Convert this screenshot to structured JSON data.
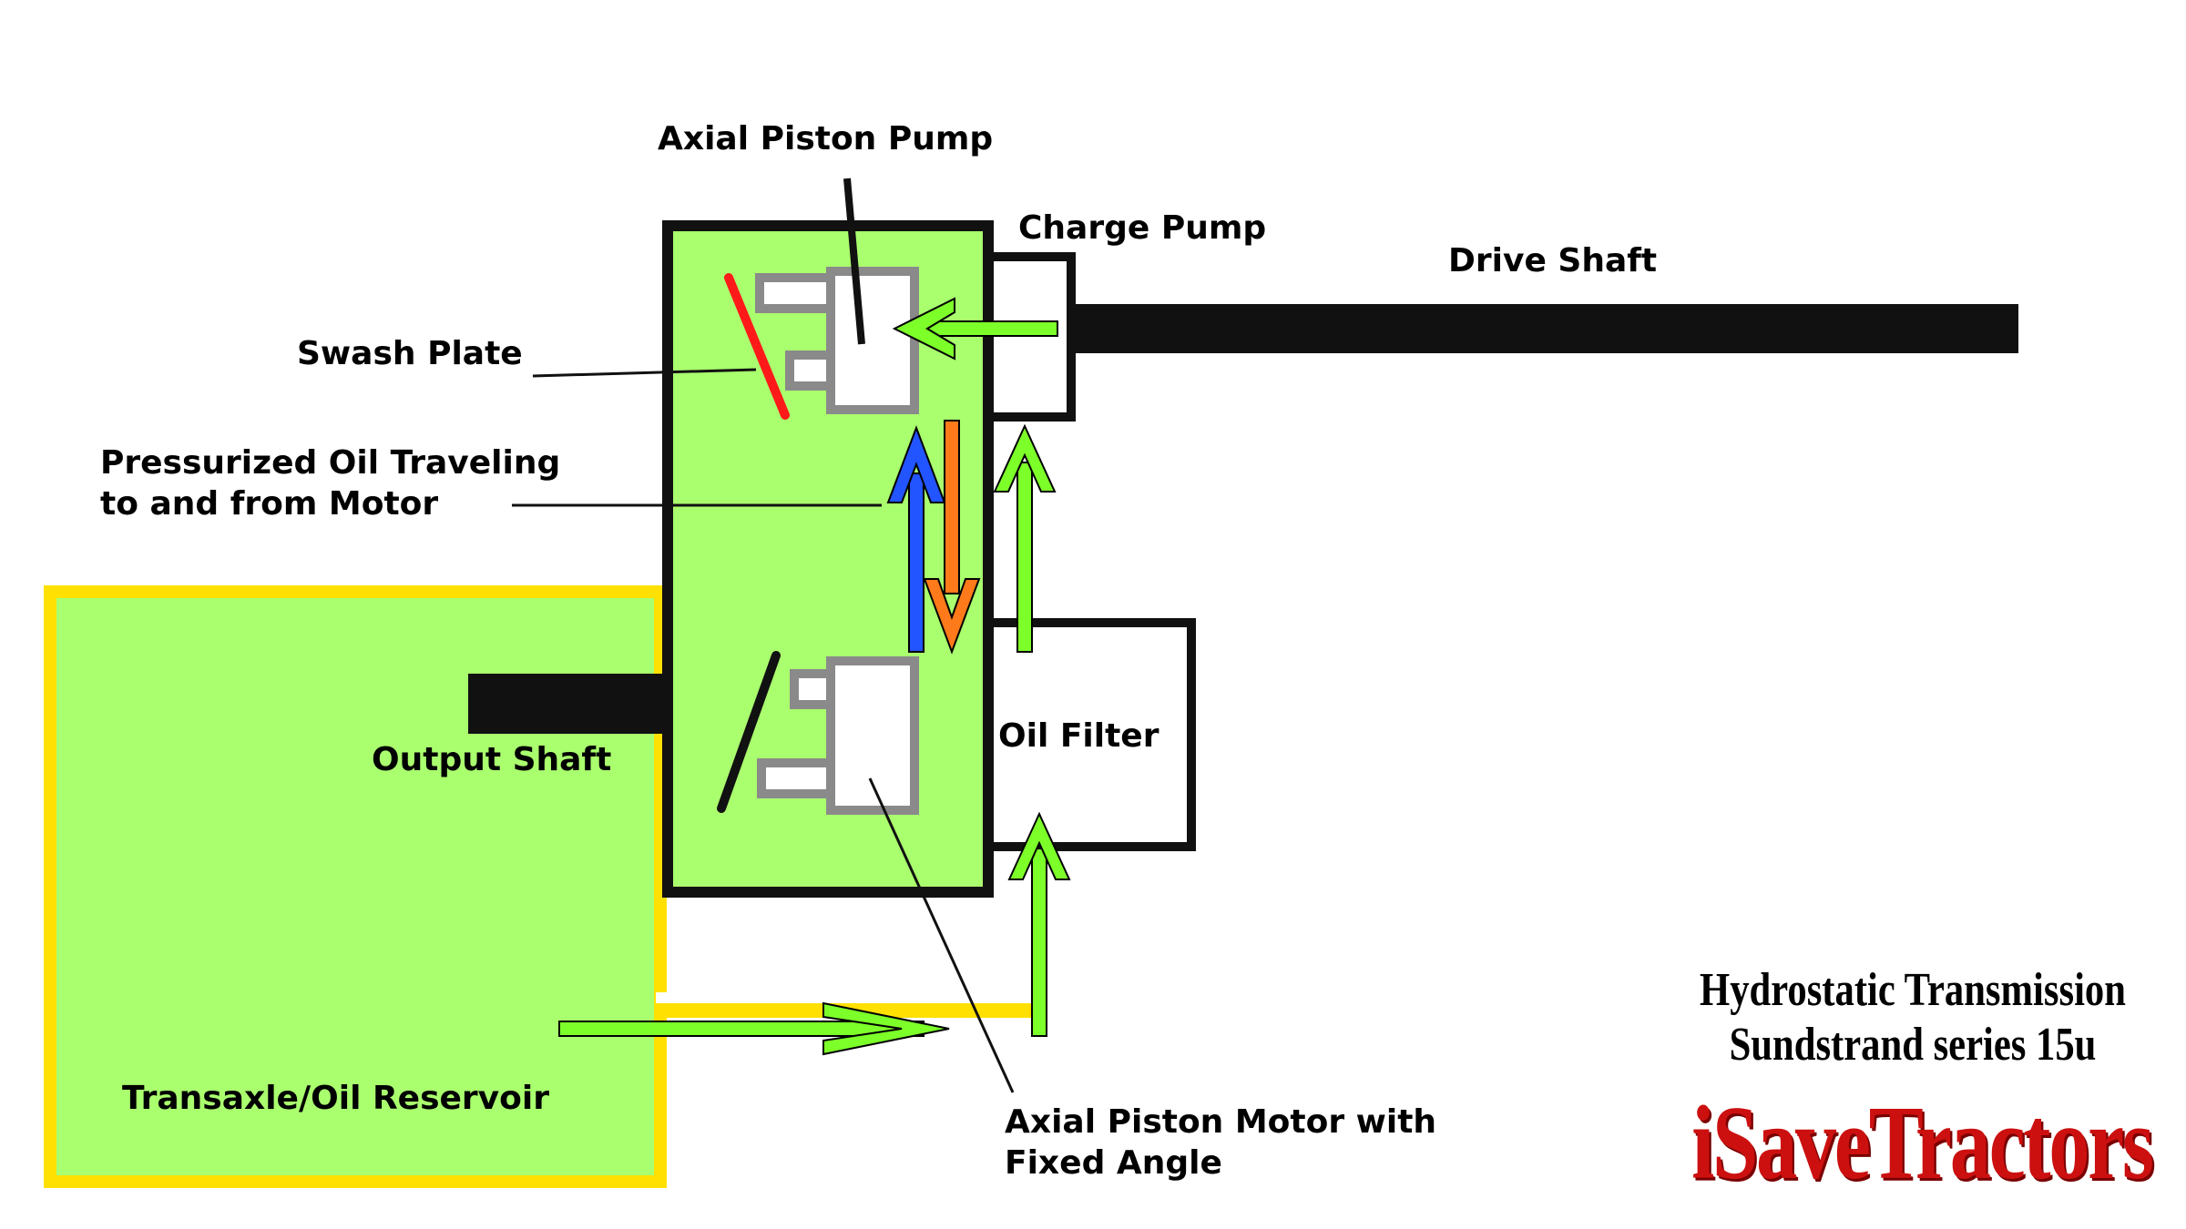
{
  "labels": {
    "axial_piston_pump": "Axial Piston Pump",
    "charge_pump": "Charge Pump",
    "drive_shaft": "Drive Shaft",
    "swash_plate": "Swash Plate",
    "pressurized_oil_line1": "Pressurized Oil Traveling",
    "pressurized_oil_line2": "to and from Motor",
    "output_shaft": "Output Shaft",
    "oil_filter": "Oil Filter",
    "reservoir": "Transaxle/Oil Reservoir",
    "motor_line1": "Axial Piston Motor with",
    "motor_line2": "Fixed Angle"
  },
  "title": {
    "line1": "Hydrostatic Transmission",
    "line2": "Sundstrand series 15u"
  },
  "brand": "iSaveTractors",
  "colors": {
    "housing_fill": "#aaff6e",
    "reservoir_border": "#ffe000",
    "oil_flow_arrow": "#7dff2a",
    "pressure_up_arrow": "#2255ff",
    "pressure_down_arrow": "#ff7a1a",
    "swash_plate": "#ff1a1a",
    "piston_gray": "#8a8a8a",
    "brand_red": "#cc1010"
  }
}
